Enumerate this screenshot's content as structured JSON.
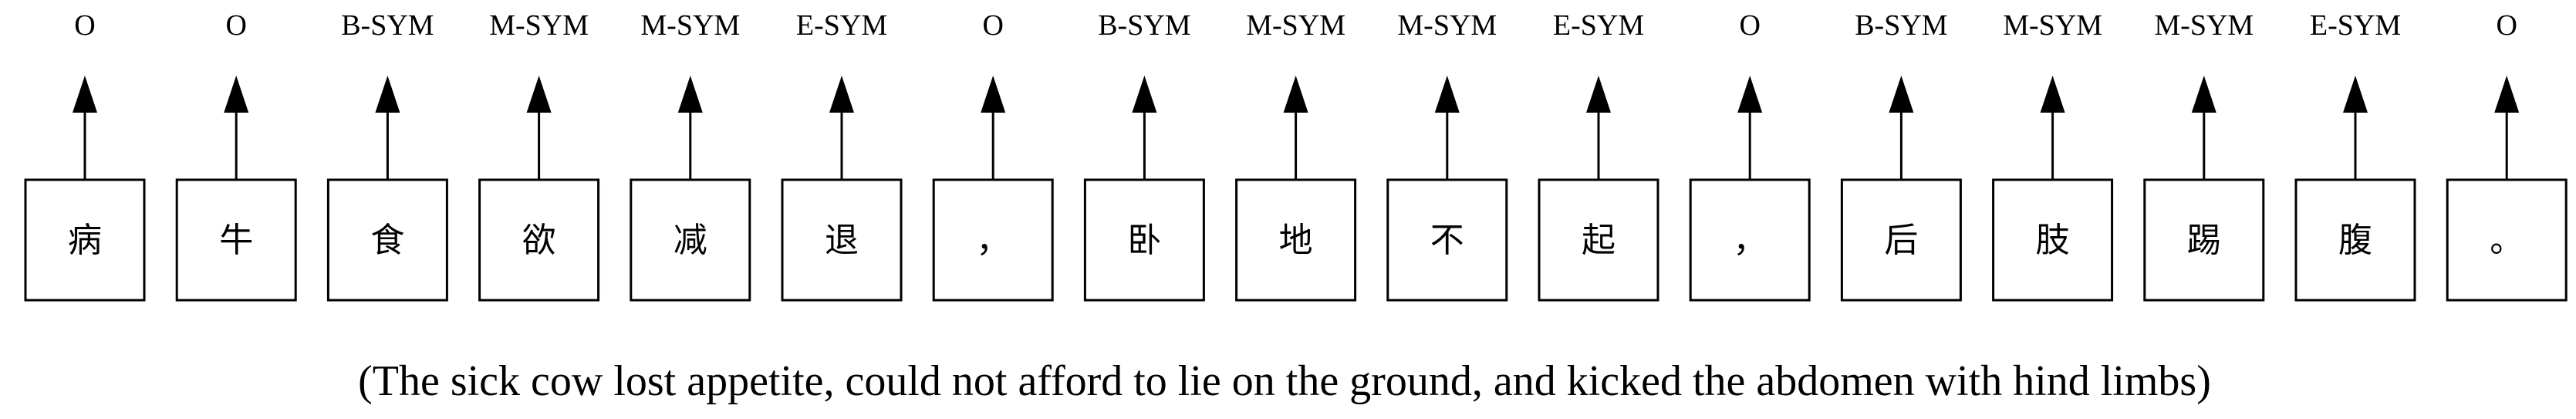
{
  "sequence": [
    {
      "char": "病",
      "tag": "O"
    },
    {
      "char": "牛",
      "tag": "O"
    },
    {
      "char": "食",
      "tag": "B-SYM"
    },
    {
      "char": "欲",
      "tag": "M-SYM"
    },
    {
      "char": "减",
      "tag": "M-SYM"
    },
    {
      "char": "退",
      "tag": "E-SYM"
    },
    {
      "char": "，",
      "tag": "O"
    },
    {
      "char": "卧",
      "tag": "B-SYM"
    },
    {
      "char": "地",
      "tag": "M-SYM"
    },
    {
      "char": "不",
      "tag": "M-SYM"
    },
    {
      "char": "起",
      "tag": "E-SYM"
    },
    {
      "char": "，",
      "tag": "O"
    },
    {
      "char": "后",
      "tag": "B-SYM"
    },
    {
      "char": "肢",
      "tag": "M-SYM"
    },
    {
      "char": "踢",
      "tag": "M-SYM"
    },
    {
      "char": "腹",
      "tag": "E-SYM"
    },
    {
      "char": "。",
      "tag": "O"
    }
  ],
  "caption": "(The sick cow lost appetite, could not afford to lie on the ground, and kicked the abdomen with hind limbs)",
  "colors": {
    "stroke": "#000000",
    "background": "#ffffff"
  }
}
